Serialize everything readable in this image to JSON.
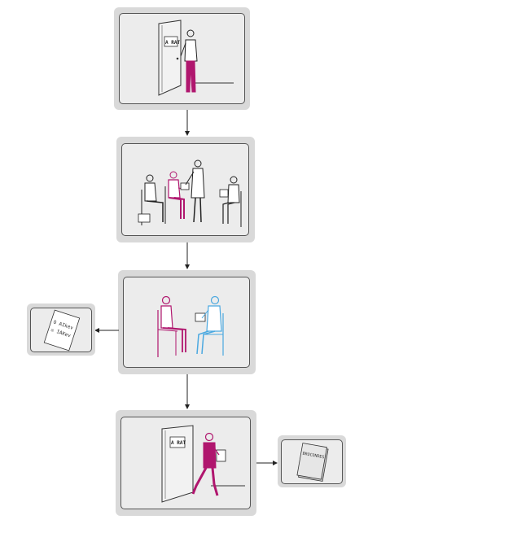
{
  "steps": [
    {
      "id": "step-1",
      "sign": "A RAT"
    },
    {
      "id": "step-2"
    },
    {
      "id": "step-3"
    },
    {
      "id": "step-4",
      "sign": "A RAT"
    }
  ],
  "side_docs": {
    "form": {
      "line1": "O AIkev",
      "line2": "☒ IAKev"
    },
    "booklet": {
      "title": "BROCONDES"
    }
  },
  "colors": {
    "panel_bg": "#d9d9d9",
    "panel_inner": "#ececec",
    "figure_highlight": "#b0166e",
    "figure_doctor": "#4aa8e0",
    "figure_neutral": "#222222"
  }
}
